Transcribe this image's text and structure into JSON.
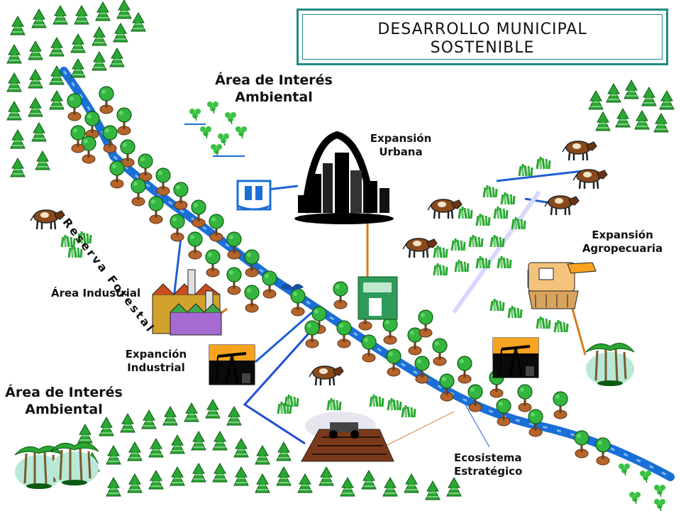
{
  "title": [
    "DESARROLLO MUNICIPAL",
    "SOSTENIBLE"
  ],
  "labels": {
    "area_interes_top": [
      "Área de Interés",
      "Ambiental"
    ],
    "area_interes_left": [
      "Área de Interés",
      "Ambiental"
    ],
    "expansion_urbana": [
      "Expansión",
      "Urbana"
    ],
    "expansion_agropecuaria": [
      "Expansión",
      "Agropecuaria"
    ],
    "area_industrial": "Área Industrial",
    "expancion_industrial": [
      "Expanción",
      "Industrial"
    ],
    "ecosistema": [
      "Ecosistema",
      "Estratégico"
    ],
    "reserva_forestal": "Reserva Forestal"
  },
  "colors": {
    "river": "#1a6fd6",
    "tree_dark": "#1f9a2a",
    "tree_light": "#39c244",
    "trunk": "#a0522d",
    "connector_blue": "#1e5fd6",
    "connector_orange": "#d97a1f",
    "title_border": "#1f8a86"
  },
  "icons": [
    "oil-pump-icon",
    "cow-icon",
    "factory-icon",
    "city-icon",
    "water-plant-icon",
    "harvester-icon",
    "tractor-icon",
    "grass-icon",
    "clover-icon"
  ]
}
